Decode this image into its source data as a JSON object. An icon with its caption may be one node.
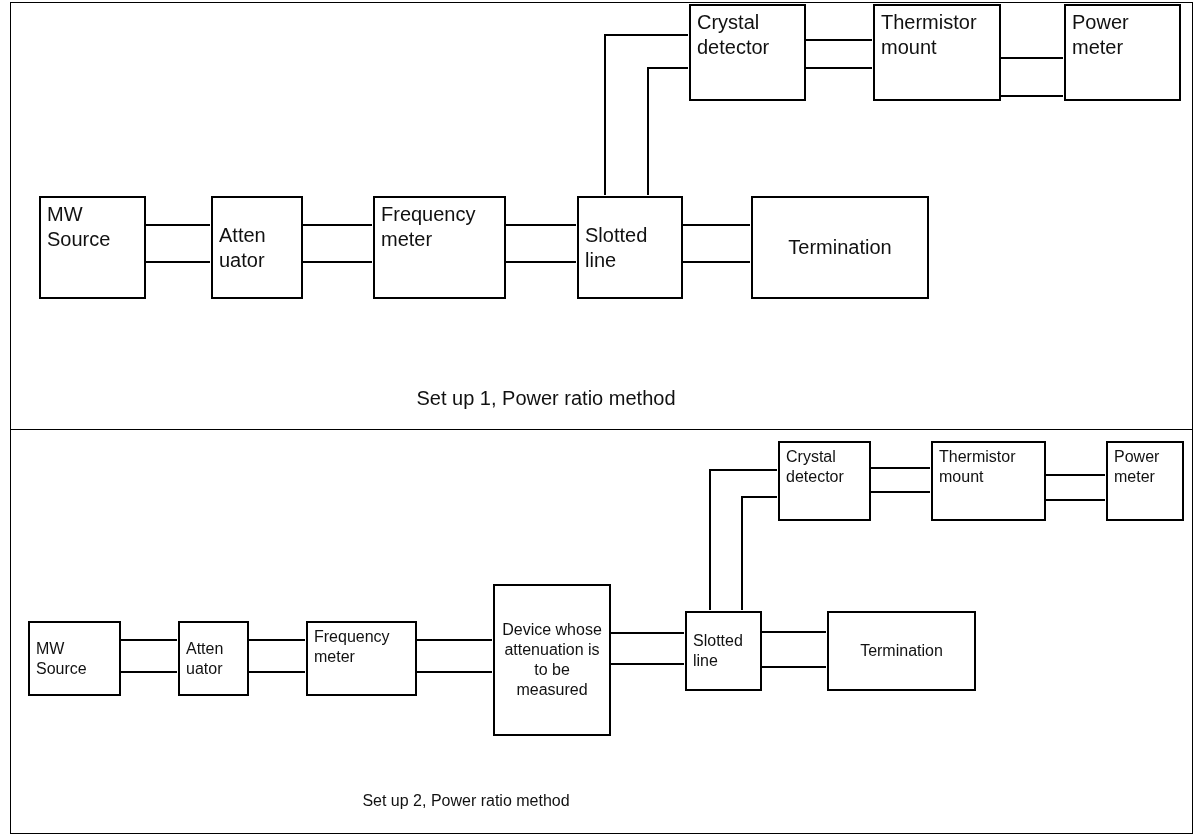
{
  "diagram": {
    "nodes": [
      {
        "text": [
          "Set up 1, Power ratio method"
        ]
      },
      {
        "text": [
          "MW Source"
        ],
        "in": 0
      },
      {
        "text": [
          "Atten uator"
        ],
        "in": 0
      },
      {
        "text": [
          "Frequency meter"
        ],
        "in": 0
      },
      {
        "text": [
          "Slotted line"
        ],
        "in": 0
      },
      {
        "text": [
          "Termination"
        ],
        "in": 0
      },
      {
        "text": [
          "Crystal detector"
        ],
        "in": 0
      },
      {
        "text": [
          "Thermistor mount"
        ],
        "in": 0
      },
      {
        "text": [
          "Power meter"
        ],
        "in": 0
      },
      {
        "text": [
          "Set up 2, Power ratio method"
        ]
      },
      {
        "text": [
          "MW Source"
        ],
        "in": 9
      },
      {
        "text": [
          "Atten uator"
        ],
        "in": 9
      },
      {
        "text": [
          "Frequency meter"
        ],
        "in": 9
      },
      {
        "text": [
          "Device whose attenuation is to be measured"
        ],
        "in": 9
      },
      {
        "text": [
          "Slotted line"
        ],
        "in": 9
      },
      {
        "text": [
          "Termination"
        ],
        "in": 9
      },
      {
        "text": [
          "Crystal detector"
        ],
        "in": 9
      },
      {
        "text": [
          "Thermistor mount"
        ],
        "in": 9
      },
      {
        "text": [
          "Power meter"
        ],
        "in": 9
      }
    ],
    "edges": [
      {
        "from": 1,
        "to": 2,
        "arrow": "none"
      },
      {
        "from": 2,
        "to": 3,
        "arrow": "none"
      },
      {
        "from": 3,
        "to": 4,
        "arrow": "none"
      },
      {
        "from": 4,
        "to": 5,
        "arrow": "none"
      },
      {
        "from": 4,
        "to": 6,
        "arrow": "none"
      },
      {
        "from": 6,
        "to": 7,
        "arrow": "none"
      },
      {
        "from": 7,
        "to": 8,
        "arrow": "none"
      },
      {
        "from": 10,
        "to": 11,
        "arrow": "none"
      },
      {
        "from": 11,
        "to": 12,
        "arrow": "none"
      },
      {
        "from": 12,
        "to": 13,
        "arrow": "none"
      },
      {
        "from": 13,
        "to": 14,
        "arrow": "none"
      },
      {
        "from": 14,
        "to": 15,
        "arrow": "none"
      },
      {
        "from": 14,
        "to": 16,
        "arrow": "none"
      },
      {
        "from": 16,
        "to": 17,
        "arrow": "none"
      },
      {
        "from": 17,
        "to": 18,
        "arrow": "none"
      }
    ]
  }
}
